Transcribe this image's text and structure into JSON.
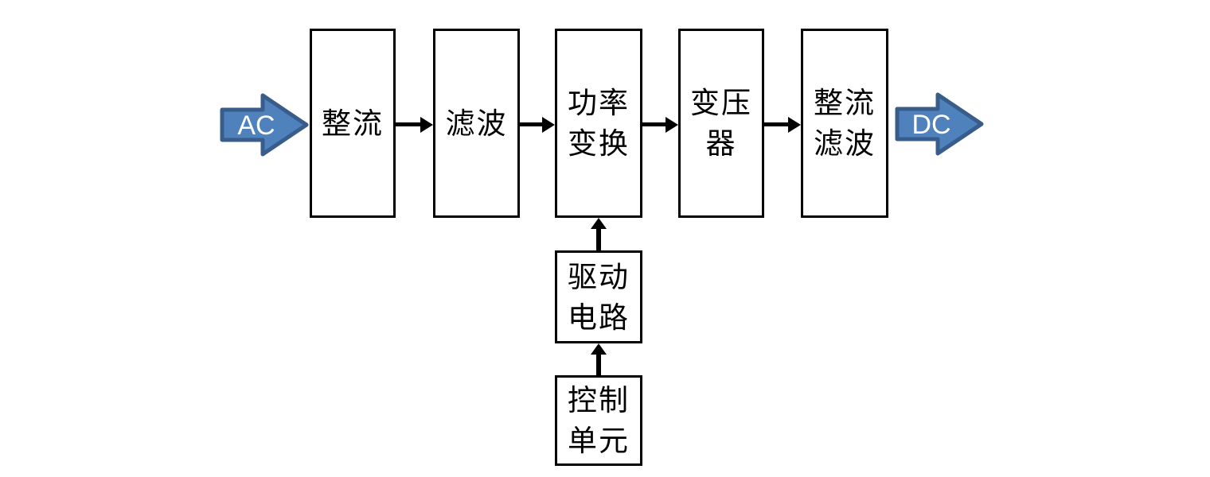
{
  "colors": {
    "background": "#ffffff",
    "box_border": "#000000",
    "connector_arrow": "#000000",
    "block_arrow_fill": "#4f81bd",
    "block_arrow_stroke": "#385d8a",
    "block_arrow_text": "#ffffff"
  },
  "io": {
    "input_label": "AC",
    "output_label": "DC"
  },
  "blocks": {
    "rectifier": {
      "lines": [
        "整流"
      ]
    },
    "filter": {
      "lines": [
        "滤波"
      ]
    },
    "power_conversion": {
      "lines": [
        "功率",
        "变换"
      ]
    },
    "transformer": {
      "lines": [
        "变压",
        "器"
      ]
    },
    "output_rectifier_filter": {
      "lines": [
        "整流",
        "滤波"
      ]
    },
    "drive_circuit": {
      "lines": [
        "驱动",
        "电路"
      ]
    },
    "control_unit": {
      "lines": [
        "控制",
        "单元"
      ]
    }
  }
}
